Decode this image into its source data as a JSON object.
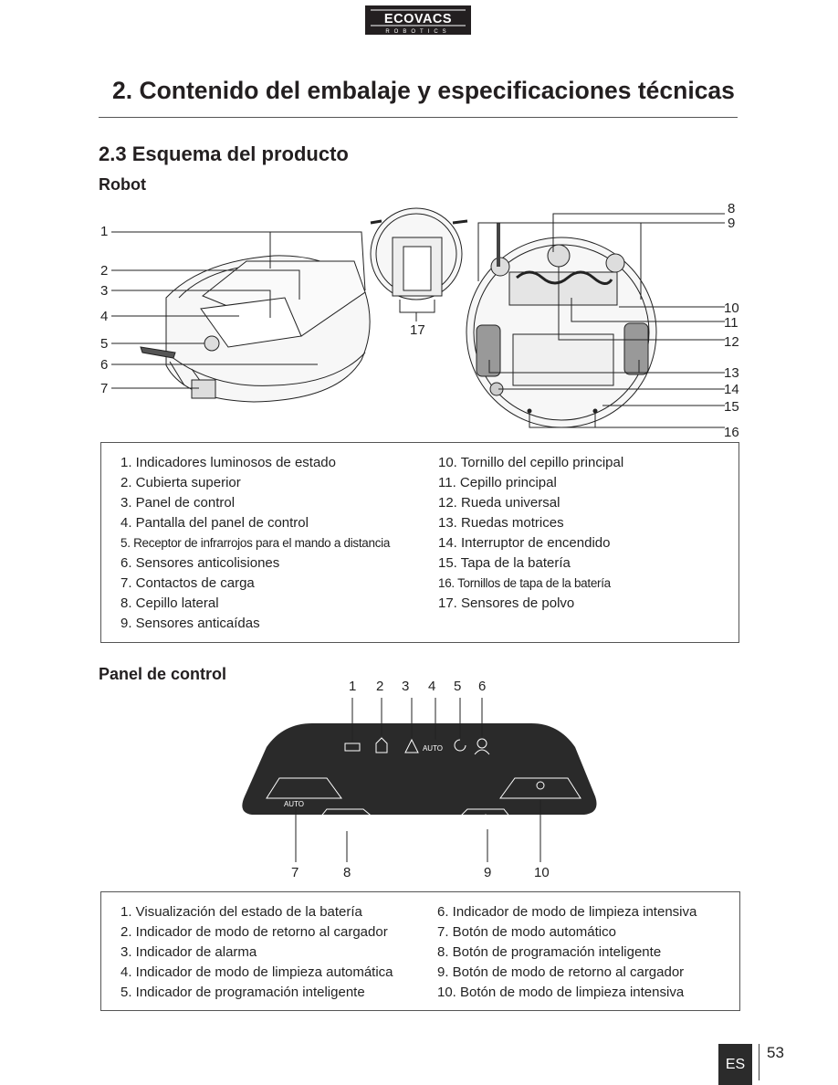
{
  "brand": {
    "name": "ECOVACS",
    "tagline": "ROBOTICS"
  },
  "header": {
    "title": "2. Contenido del embalaje y especificaciones técnicas"
  },
  "section": {
    "title": "2.3 Esquema del producto"
  },
  "robot": {
    "heading": "Robot",
    "callouts": [
      "1",
      "2",
      "3",
      "4",
      "5",
      "6",
      "7",
      "8",
      "9",
      "10",
      "11",
      "12",
      "13",
      "14",
      "15",
      "16",
      "17"
    ],
    "legend_left": [
      "1. Indicadores luminosos de estado",
      "2. Cubierta superior",
      "3. Panel de control",
      "4. Pantalla del panel de control",
      "5. Receptor de infrarrojos para el mando a distancia",
      "6. Sensores anticolisiones",
      "7. Contactos de carga",
      "8. Cepillo lateral",
      "9. Sensores anticaídas"
    ],
    "legend_right": [
      "10. Tornillo del cepillo principal",
      "11. Cepillo principal",
      "12. Rueda universal",
      "13. Ruedas motrices",
      "14. Interruptor de encendido",
      "15. Tapa de la batería",
      "16. Tornillos de tapa de la batería",
      "17. Sensores de polvo"
    ]
  },
  "panel": {
    "heading": "Panel de control",
    "callouts": [
      "1",
      "2",
      "3",
      "4",
      "5",
      "6",
      "7",
      "8",
      "9",
      "10"
    ],
    "auto_label": "AUTO",
    "legend_left": [
      "1. Visualización del estado de la batería",
      "2. Indicador de modo de retorno al cargador",
      "3. Indicador de alarma",
      "4. Indicador de modo de limpieza automática",
      "5. Indicador de programación inteligente"
    ],
    "legend_right": [
      "6. Indicador de modo de limpieza intensiva",
      "7. Botón de modo automático",
      "8. Botón de programación inteligente",
      "9. Botón de modo de retorno al cargador",
      "10. Botón de modo de limpieza intensiva"
    ]
  },
  "footer": {
    "lang": "ES",
    "page": "53"
  }
}
